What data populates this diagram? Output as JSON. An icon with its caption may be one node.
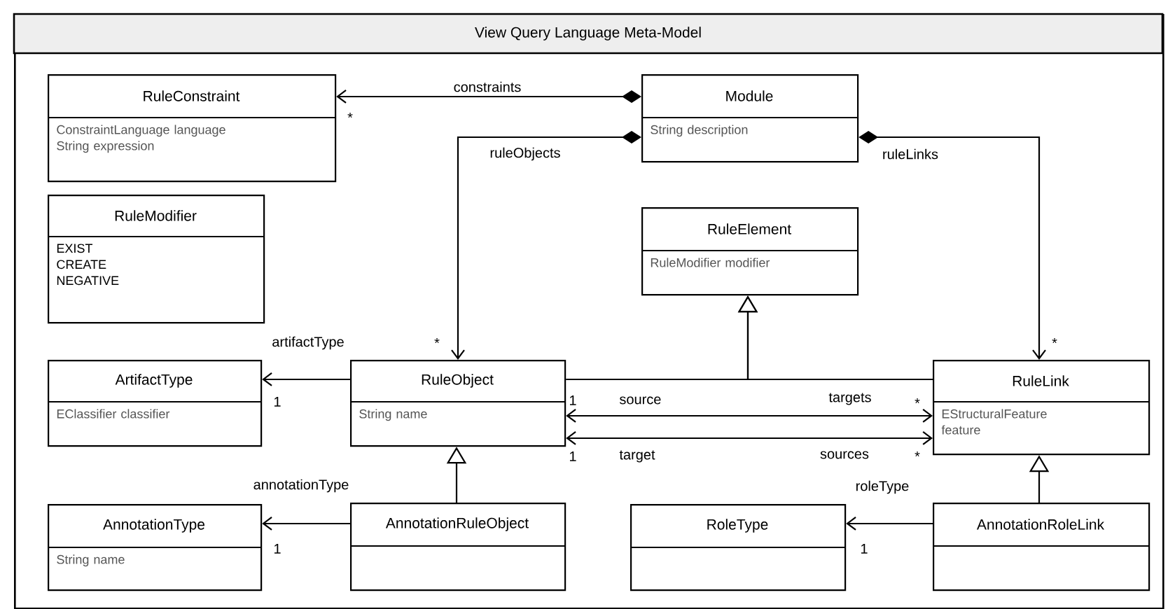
{
  "diagram": {
    "nodes": [
      {
        "text": [
          "View Query Language Meta-Model"
        ]
      },
      {
        "text": [
          "RuleConstraint",
          "ConstraintLanguage language String expression"
        ],
        "in": 0
      },
      {
        "text": [
          "Module",
          "String description"
        ],
        "in": 0
      },
      {
        "text": [
          "RuleModifier",
          "EXIST CREATE NEGATIVE"
        ],
        "in": 0
      },
      {
        "text": [
          "RuleElement",
          "RuleModifier modifier"
        ],
        "in": 0
      },
      {
        "text": [
          "ArtifactType",
          "EClassifier classifier"
        ],
        "in": 0
      },
      {
        "text": [
          "RuleObject",
          "String name"
        ],
        "in": 0
      },
      {
        "text": [
          "RuleLink",
          "EStructuralFeature feature"
        ],
        "in": 0
      },
      {
        "text": [
          "AnnotationType",
          "String name"
        ],
        "in": 0
      },
      {
        "text": [
          "AnnotationRuleObject"
        ],
        "in": 0
      },
      {
        "text": [
          "RoleType"
        ],
        "in": 0
      },
      {
        "text": [
          "AnnotationRoleLink"
        ],
        "in": 0
      }
    ],
    "edges": [
      {
        "from": 2,
        "to": 1,
        "arrow": "to",
        "label": "constraints"
      },
      {
        "from": 2,
        "to": 6,
        "arrow": "to",
        "label": "ruleObjects"
      },
      {
        "from": 2,
        "to": 7,
        "arrow": "to",
        "label": "ruleLinks"
      },
      {
        "from": 6,
        "to": 5,
        "arrow": "to",
        "label": "artifactType"
      },
      {
        "from": 9,
        "to": 6,
        "arrow": "to"
      },
      {
        "from": 6,
        "to": 7,
        "arrow": "both",
        "label": "targets"
      },
      {
        "from": 6,
        "to": 7,
        "arrow": "both",
        "label": "sources"
      },
      {
        "from": 6,
        "to": 4,
        "arrow": "to"
      },
      {
        "from": 7,
        "to": 4,
        "arrow": "to"
      },
      {
        "from": 11,
        "to": 7,
        "arrow": "to"
      },
      {
        "from": 11,
        "to": 10,
        "arrow": "to",
        "label": "roleType"
      },
      {
        "from": 9,
        "to": 8,
        "arrow": "to",
        "label": "annotationType"
      }
    ],
    "labels": [
      "*",
      "*",
      "*",
      "1",
      "1",
      "source",
      "*",
      "1",
      "target",
      "*",
      "1",
      "1"
    ]
  }
}
